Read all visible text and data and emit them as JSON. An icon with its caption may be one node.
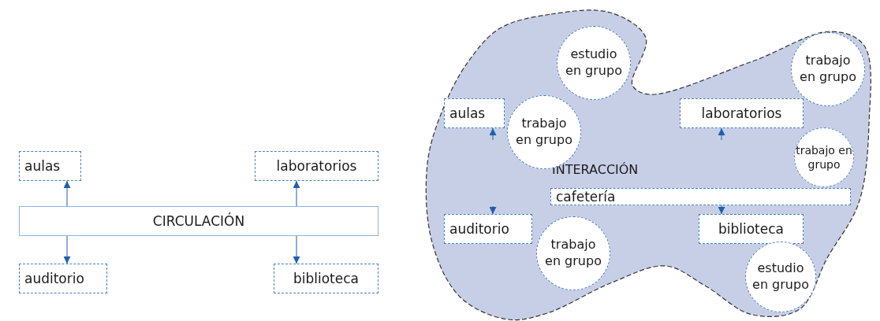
{
  "diagram": {
    "nodes": [
      {
        "text": [
          "aulas"
        ]
      },
      {
        "text": [
          "laboratorios"
        ]
      },
      {
        "text": [
          "CIRCULACIÓN"
        ]
      },
      {
        "text": [
          "auditorio"
        ]
      },
      {
        "text": [
          "biblioteca"
        ]
      },
      {
        "text": [
          "INTERACCIÓN"
        ]
      },
      {
        "text": [
          "estudio en grupo"
        ],
        "in": 5
      },
      {
        "text": [
          "trabajo en grupo"
        ],
        "in": 5
      },
      {
        "text": [
          "aulas"
        ],
        "in": 5
      },
      {
        "text": [
          "trabajo en grupo"
        ],
        "in": 5
      },
      {
        "text": [
          "laboratorios"
        ],
        "in": 5
      },
      {
        "text": [
          "trabajo en grupo"
        ],
        "in": 5
      },
      {
        "text": [
          "cafetería"
        ],
        "in": 5
      },
      {
        "text": [
          "auditorio"
        ],
        "in": 5
      },
      {
        "text": [
          "biblioteca"
        ],
        "in": 5
      },
      {
        "text": [
          "trabajo en grupo"
        ],
        "in": 5
      },
      {
        "text": [
          "estudio en grupo"
        ],
        "in": 5
      }
    ],
    "edges": [
      {
        "from": 2,
        "to": 0,
        "arrow": "to"
      },
      {
        "from": 2,
        "to": 1,
        "arrow": "to"
      },
      {
        "from": 2,
        "to": 3,
        "arrow": "to"
      },
      {
        "from": 2,
        "to": 4,
        "arrow": "to"
      },
      {
        "from": null,
        "to": 8,
        "arrow": "to"
      },
      {
        "from": null,
        "to": 10,
        "arrow": "to"
      },
      {
        "from": null,
        "to": 13,
        "arrow": "to"
      },
      {
        "from": 12,
        "to": 14,
        "arrow": "to"
      }
    ]
  }
}
